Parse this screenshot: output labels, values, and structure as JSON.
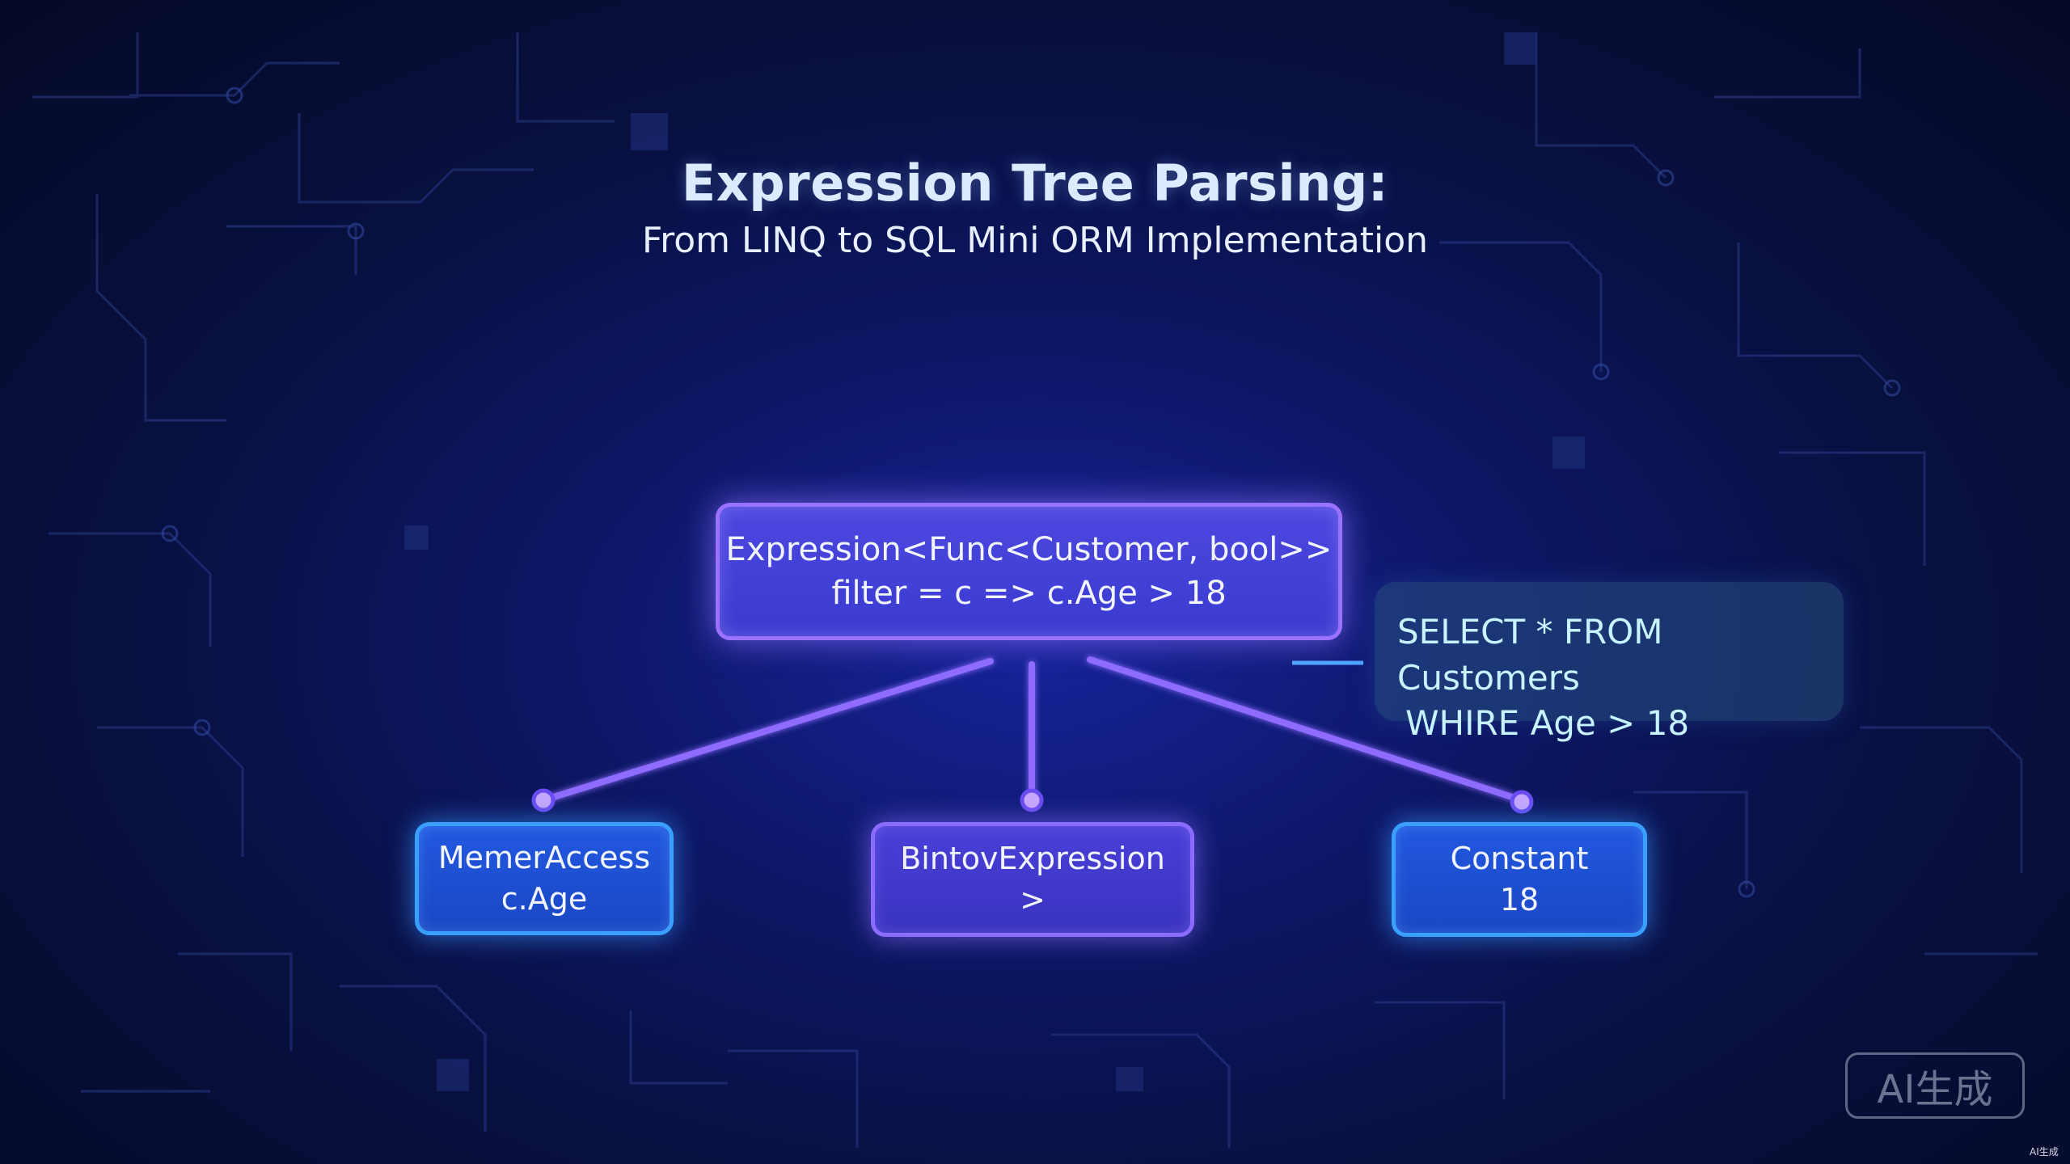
{
  "title": "Expression Tree Parsing:",
  "subtitle": "From LINQ to SQL Mini ORM Implementation",
  "root_node": {
    "line1": "Expression<Func<Customer, bool>>",
    "line2": "filter = c => c.Age > 18"
  },
  "children": {
    "member": {
      "line1": "MemerAccess",
      "line2": "c.Age"
    },
    "binary": {
      "line1": "BintovExpression",
      "line2": ">"
    },
    "constant": {
      "line1": "Constant",
      "line2": "18"
    }
  },
  "sql": {
    "line1": "SELECT * FROM Customers",
    "line2": "WHIRE Age > 18"
  },
  "watermark": "AI生成",
  "watermark_small": "AI生成",
  "colors": {
    "background": "#0b1456",
    "root_border": "#9b72ff",
    "blue_border": "#3aa0ff",
    "purple_border": "#8c6cff",
    "connector": "#8f6cff",
    "sql_text": "#c6f3ff"
  }
}
